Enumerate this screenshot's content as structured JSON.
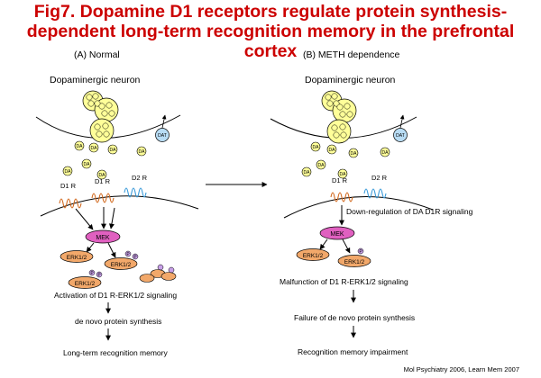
{
  "title": {
    "line1": "Fig7. Dopamine D1 receptors regulate protein synthesis-",
    "line2": "dependent long-term recognition memory in the prefrontal cortex"
  },
  "colors": {
    "title": "#cc0000",
    "vesicle_fill": "#ffff99",
    "dat_fill": "#b8dcf4",
    "mek_fill": "#e060c0",
    "erk_fill": "#f2a86a",
    "d1_receptor": "#d2691e",
    "d2_receptor": "#3a9ad9",
    "phospho_fill": "#c8a0e8"
  },
  "panels": [
    {
      "heading": "(A) Normal",
      "neuron_label": "Dopaminergic neuron",
      "transporter": "DAT",
      "da_label": "DA",
      "receptors": [
        "D1 R",
        "D1 R",
        "D2 R"
      ],
      "kinase": "MEK",
      "erk_labels": [
        "ERK1/2",
        "ERK1/2",
        "ERK1/2"
      ],
      "phospho": "P",
      "steps": [
        "Activation of  D1 R-ERK1/2 signaling",
        "de novo protein synthesis",
        "Long-term recognition memory"
      ]
    },
    {
      "heading": "(B) METH dependence",
      "neuron_label": "Dopaminergic neuron",
      "transporter": "DAT",
      "da_label": "DA",
      "receptors": [
        "D1 R",
        "D2 R"
      ],
      "kinase": "MEK",
      "erk_labels": [
        "ERK1/2",
        "ERK1/2"
      ],
      "phospho": "P",
      "annotation": "Down-regulation of DA D1R signaling",
      "steps": [
        "Malfunction of D1 R-ERK1/2 signaling",
        "Failure of de novo protein synthesis",
        "Recognition memory impairment"
      ]
    }
  ],
  "citation": "Mol Psychiatry 2006, Learn Mem 2007"
}
